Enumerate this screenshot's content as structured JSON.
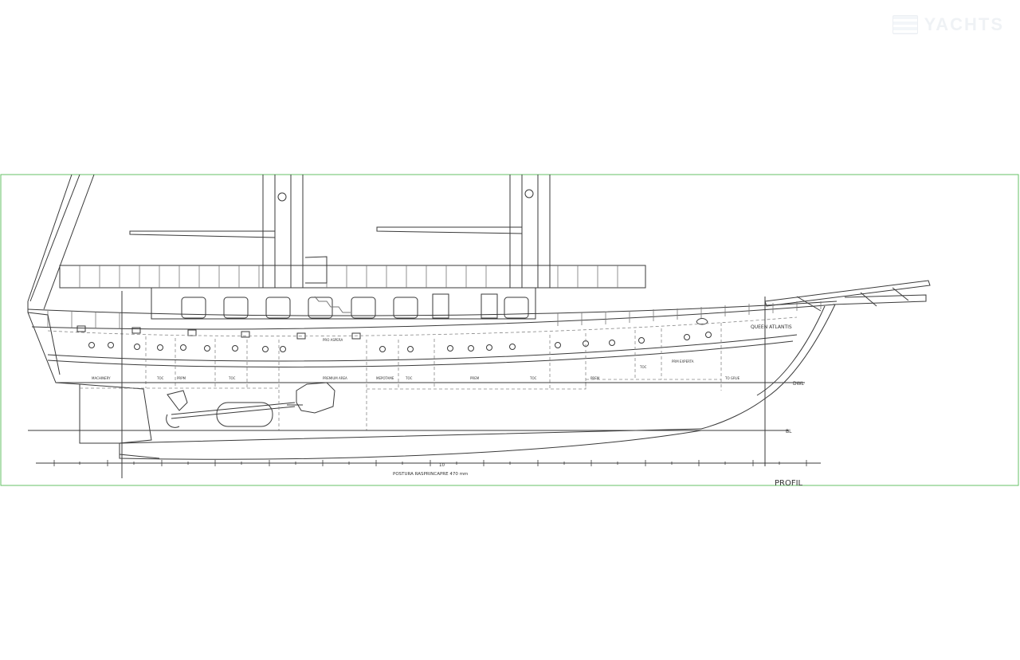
{
  "watermark": {
    "text": "YACHTS"
  },
  "drawing": {
    "title": "PROFIL",
    "ship_name": "QUEEN ATLANTIS",
    "scale_note": "POSTURA RASPRINCAPRE  470 mm",
    "scale_midmark": "10",
    "waterlines": {
      "dwl": "DWL",
      "bl": "BL"
    },
    "compartment_labels": {
      "upper": "PRO ASPERA",
      "lower": [
        "MACHINERY",
        "TOC",
        "PRPM",
        "TOC",
        "PREMIUM AREA",
        "MEPOTAME",
        "TOC",
        "PREM",
        "TOC",
        "PREM",
        "TOC",
        "PRM EXPERTA",
        "TO GRUE"
      ]
    },
    "colors": {
      "frame": "#66c266",
      "line": "#3a3a3a",
      "thin": "#777777"
    }
  }
}
